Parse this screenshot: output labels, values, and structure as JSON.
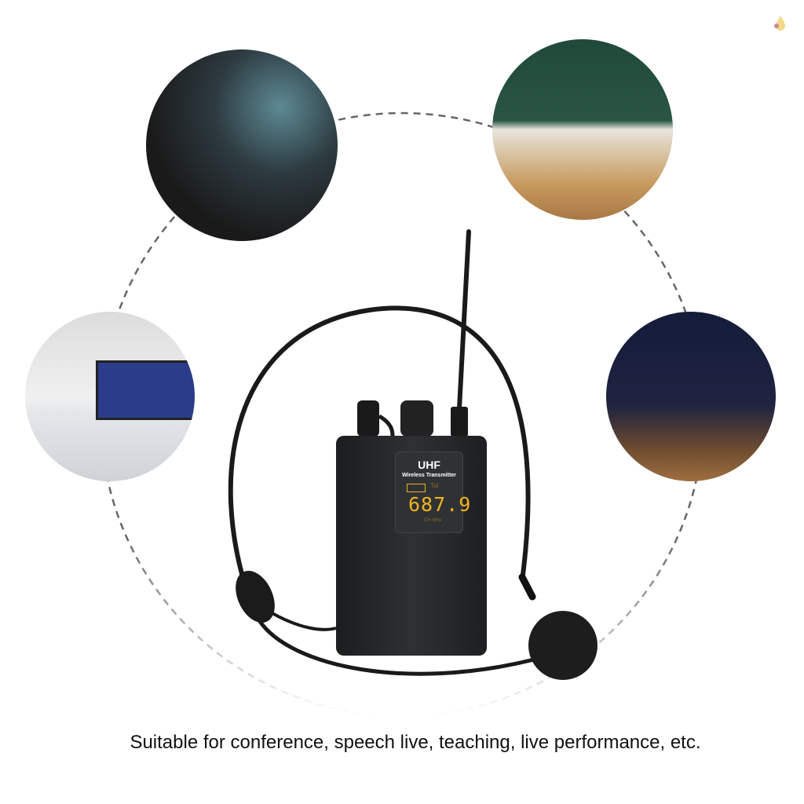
{
  "caption": "Suitable for conference, speech live, teaching, live performance, etc.",
  "device": {
    "brand_label": "UHF",
    "model_label": "Wireless Transmitter",
    "frequency": "687.9",
    "signal_label": "Tal",
    "unit_label": "CH  MHz",
    "display_color": "#f2b31c"
  },
  "scenes": [
    "conference-speech",
    "teaching",
    "meeting-presentation",
    "live-performance"
  ]
}
